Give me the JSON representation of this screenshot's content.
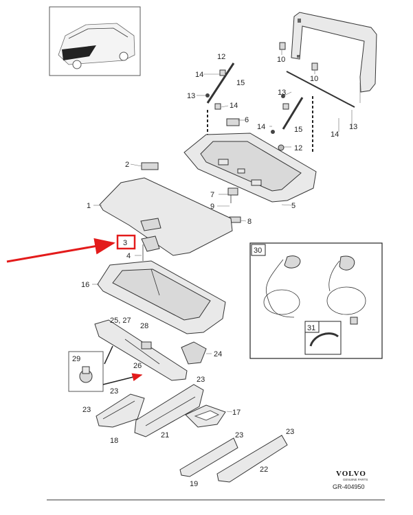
{
  "labels": {
    "p1": "1",
    "p2": "2",
    "p3": "3",
    "p4": "4",
    "p5": "5",
    "p6": "6",
    "p7": "7",
    "p8": "8",
    "p9": "9",
    "p10a": "10",
    "p10b": "10",
    "p12a": "12",
    "p12b": "12",
    "p13a": "13",
    "p13b": "13",
    "p13c": "13",
    "p14a": "14",
    "p14b": "14",
    "p14c": "14",
    "p14d": "14",
    "p15a": "15",
    "p15b": "15",
    "p16": "16",
    "p17": "17",
    "p18": "18",
    "p19": "19",
    "p21": "21",
    "p22": "22",
    "p23a": "23",
    "p23b": "23",
    "p23c": "23",
    "p23d": "23",
    "p23e": "23",
    "p24": "24",
    "p2527": "25, 27",
    "p26": "26",
    "p28": "28",
    "p29": "29",
    "p30": "30",
    "p31": "31"
  },
  "highlight": {
    "part_number": "3",
    "color": "#e31b1b"
  },
  "brand": {
    "name": "VOLVO",
    "tagline": "GENUINE PARTS",
    "code": "GR-404950"
  },
  "icons": [
    "car-thumbnail-icon",
    "red-arrow-icon"
  ]
}
